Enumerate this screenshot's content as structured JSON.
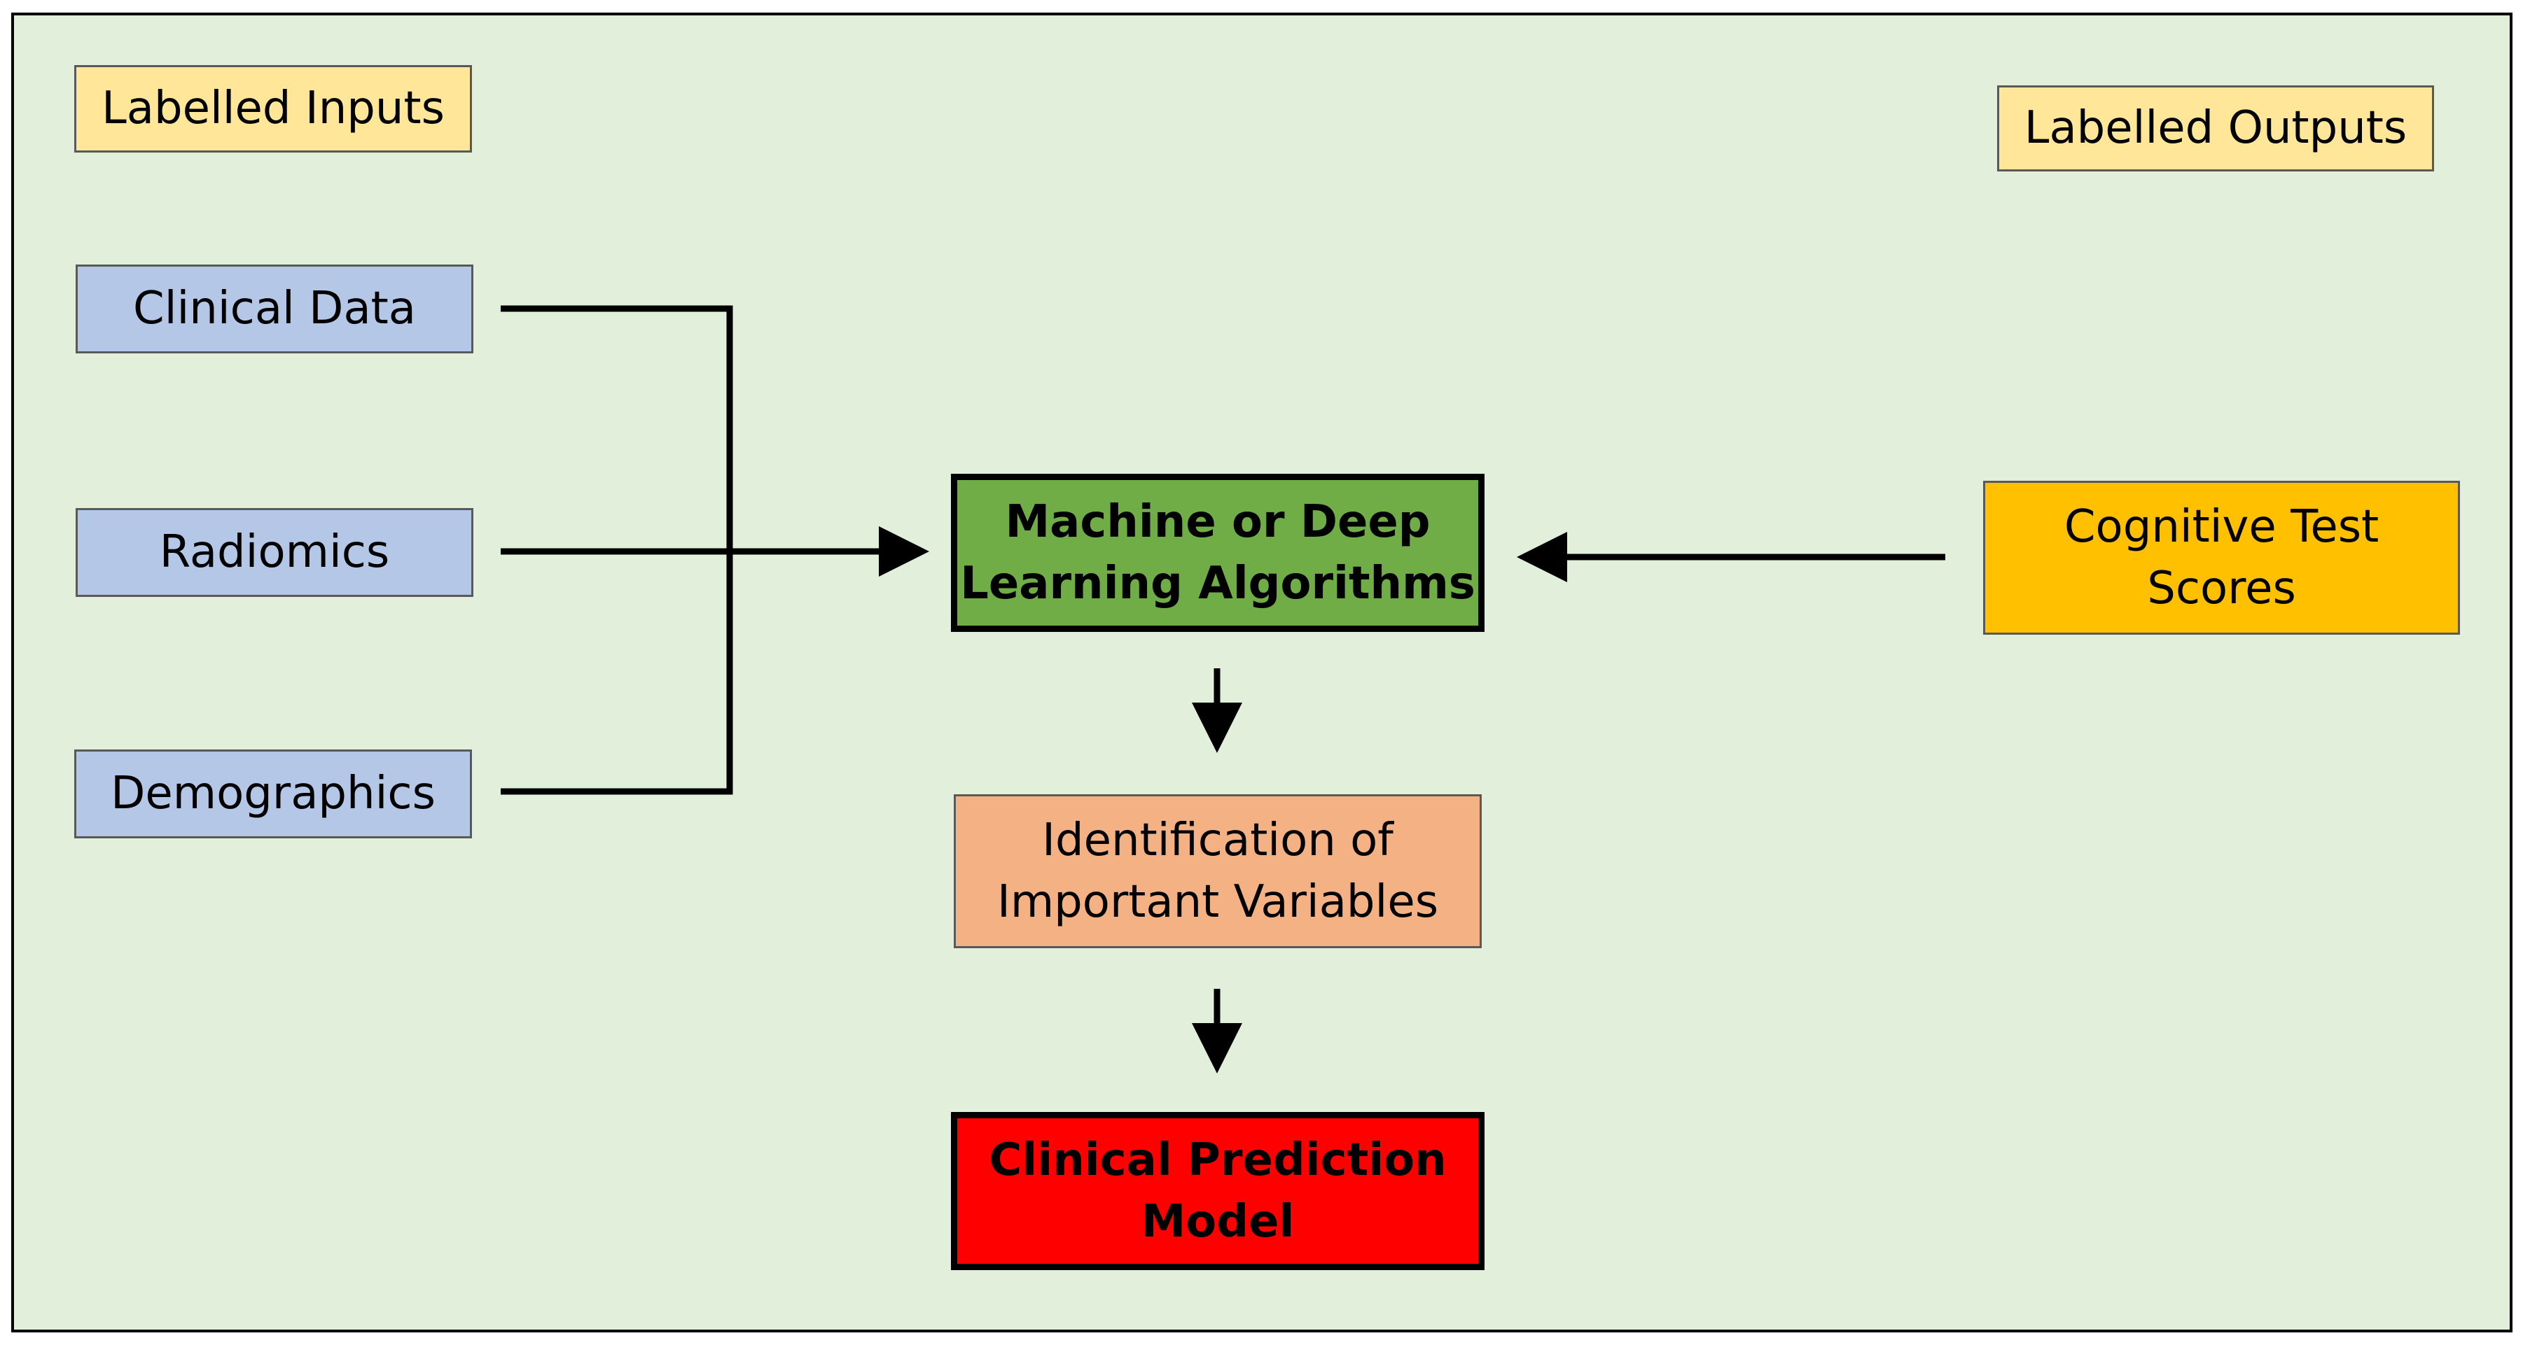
{
  "headers": {
    "inputs_label": "Labelled Inputs",
    "outputs_label": "Labelled Outputs"
  },
  "inputs": {
    "clinical_data": "Clinical Data",
    "radiomics": "Radiomics",
    "demographics": "Demographics"
  },
  "algorithm": {
    "line1": "Machine or Deep",
    "line2": "Learning Algorithms"
  },
  "variables": {
    "line1": "Identification of",
    "line2": "Important Variables"
  },
  "model": {
    "line1": "Clinical Prediction",
    "line2": "Model"
  },
  "outputs": {
    "line1": "Cognitive Test",
    "line2": "Scores"
  },
  "colors": {
    "background": "#e2efda",
    "header_fill": "#ffe699",
    "input_fill": "#b4c7e7",
    "algorithm_fill": "#70ad47",
    "variables_fill": "#f4b183",
    "model_fill": "#ff0000",
    "output_fill": "#ffc000"
  }
}
